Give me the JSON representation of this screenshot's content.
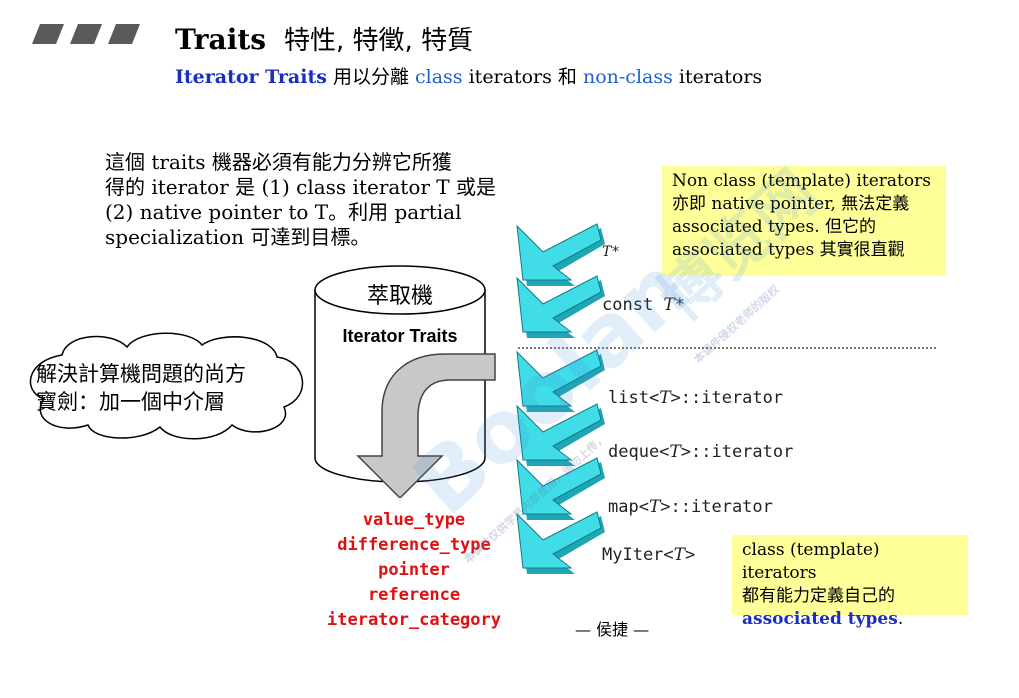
{
  "header": {
    "title_main": "Traits",
    "title_cjk": "特性, 特徵, 特質",
    "subtitle": {
      "lead": "Iterator Traits",
      "t1": " 用以分離 ",
      "class_word": "class",
      "t2": " iterators 和 ",
      "nonclass_word": "non-class",
      "t3": " iterators"
    }
  },
  "description": {
    "lines": [
      "這個 traits 機器必須有能力分辨它所獲",
      "得的 iterator 是 (1) class iterator T 或是",
      "(2) native pointer to T。利用 partial",
      "specialization 可達到目標。"
    ]
  },
  "cloud": {
    "lines": [
      "解決計算機問題的尚方",
      "寶劍：加一個中介層"
    ]
  },
  "cylinder": {
    "label_top": "萃取機",
    "label_main": "Iterator Traits"
  },
  "iterators": [
    {
      "prefix": "",
      "t": "T",
      "suffix": "*"
    },
    {
      "prefix": "const ",
      "t": "T",
      "suffix": "*"
    },
    {
      "prefix": "list<",
      "t": "T",
      "suffix": ">::iterator"
    },
    {
      "prefix": "deque<",
      "t": "T",
      "suffix": ">::iterator"
    },
    {
      "prefix": "map<",
      "t": "T",
      "suffix": ">::iterator"
    },
    {
      "prefix": "MyIter<",
      "t": "T",
      "suffix": ">"
    }
  ],
  "associated_types": [
    "value_type",
    "difference_type",
    "pointer",
    "reference",
    "iterator_category"
  ],
  "note_nonclass": {
    "lines": [
      "Non class (template) iterators",
      "亦即 native pointer, 無法定義",
      "associated types. 但它的",
      "associated types 其實很直觀"
    ]
  },
  "note_class": {
    "lines": [
      "class (template) iterators",
      "都有能力定義自己的"
    ],
    "bold": "associated types",
    "end": "."
  },
  "author": "— 侯捷 —",
  "watermark": {
    "brand": "Boolan",
    "cjk": "博览网",
    "small1": "本课件仅供学员内部使用，请勿上传，",
    "small2": "本课件侵权老师的版权"
  },
  "colors": {
    "arrow_fill": "#40dde8",
    "arrow_shade": "#1fa6b4",
    "note_bg": "#ffff99",
    "keyword_red": "#e01010",
    "keyword_blue": "#1f5fd0"
  }
}
